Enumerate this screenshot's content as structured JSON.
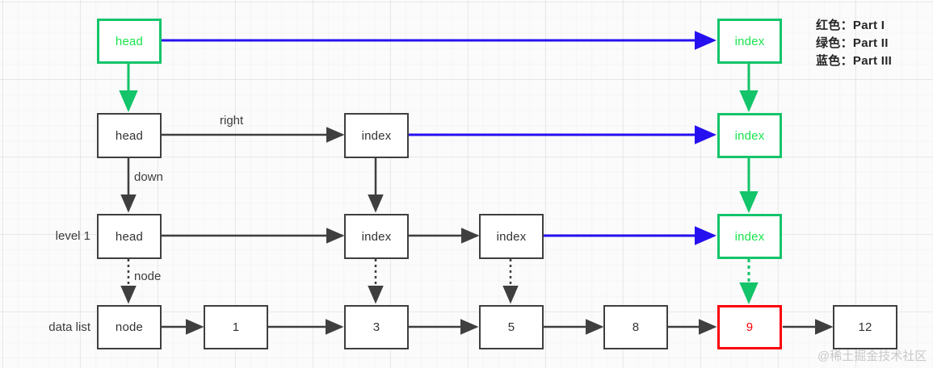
{
  "diagram": {
    "title": "skip-list-structure",
    "colors": {
      "black": "#3f3f3f",
      "green": "#14c46a",
      "green_text": "#19e34d",
      "red": "#fb0007",
      "blue": "#2610f0",
      "grid": "#f0f0f0",
      "background": "#fbfbfb"
    },
    "side_labels": [
      {
        "text": "level 1"
      },
      {
        "text": "data list"
      }
    ],
    "edge_labels": [
      {
        "text": "right"
      },
      {
        "text": "down"
      },
      {
        "text": "node"
      }
    ],
    "rows": {
      "top": {
        "nodes": [
          {
            "text": "head",
            "color": "green"
          },
          {
            "text": "index",
            "color": "green"
          }
        ]
      },
      "level3": {
        "nodes": [
          {
            "text": "head",
            "color": "black"
          },
          {
            "text": "index",
            "color": "black"
          },
          {
            "text": "index",
            "color": "green"
          }
        ]
      },
      "level1": {
        "nodes": [
          {
            "text": "head",
            "color": "black"
          },
          {
            "text": "index",
            "color": "black"
          },
          {
            "text": "index",
            "color": "black"
          },
          {
            "text": "index",
            "color": "green"
          }
        ]
      },
      "datalist": {
        "nodes": [
          {
            "text": "node",
            "color": "black"
          },
          {
            "text": "1",
            "color": "black"
          },
          {
            "text": "3",
            "color": "black"
          },
          {
            "text": "5",
            "color": "black"
          },
          {
            "text": "8",
            "color": "black"
          },
          {
            "text": "9",
            "color": "red"
          },
          {
            "text": "12",
            "color": "black"
          }
        ]
      }
    },
    "legend": [
      {
        "text": "红色：Part I"
      },
      {
        "text": "绿色：Part II"
      },
      {
        "text": "蓝色：Part III"
      }
    ],
    "watermark": {
      "text": "@稀土掘金技术社区"
    }
  }
}
